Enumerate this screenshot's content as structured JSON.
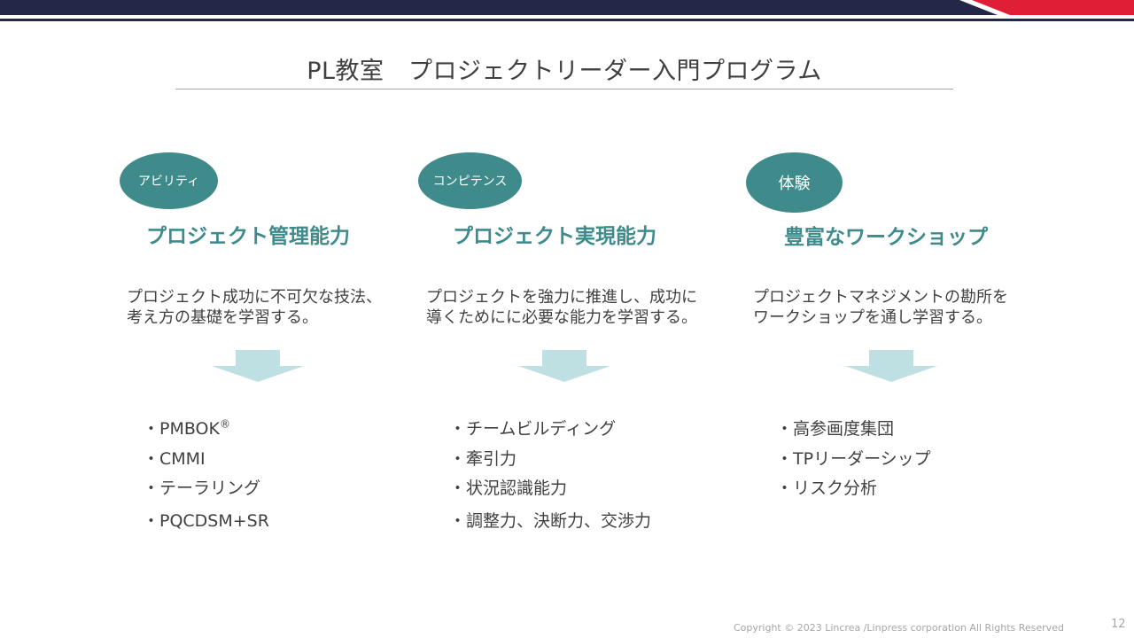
{
  "slide": {
    "title": "PL教室　プロジェクトリーダー入門プログラム",
    "footer": "Copyright © 2023 Lincrea  /Linpress corporation All Rights Reserved",
    "page_number": "12"
  },
  "columns": [
    {
      "badge": "アビリティ",
      "heading": "プロジェクト管理能力",
      "desc_line1": "プロジェクト成功に不可欠な技法、",
      "desc_line2": "考え方の基礎を学習する。",
      "items": [
        "・PMBOK",
        "・CMMI",
        "・テーラリング",
        "・PQCDSM+SR"
      ],
      "pmbok_mark": "®"
    },
    {
      "badge": "コンピテンス",
      "heading": "プロジェクト実現能力",
      "desc_line1": "プロジェクトを強力に推進し、成功に",
      "desc_line2": "導くためにに必要な能力を学習する。",
      "items": [
        "・チームビルディング",
        "・牽引力",
        "・状況認識能力",
        "・調整力、決断力、交渉力"
      ]
    },
    {
      "badge": "体験",
      "heading": "豊富なワークショップ",
      "desc_line1": "プロジェクトマネジメントの勘所を",
      "desc_line2": "ワークショップを通し学習する。",
      "items": [
        "・高参画度集団",
        "・TPリーダーシップ",
        "・リスク分析"
      ]
    }
  ],
  "colors": {
    "accent": "#3f8b8c",
    "arrow": "#bfe0e3",
    "navy": "#1f2347",
    "red": "#e01e35"
  }
}
